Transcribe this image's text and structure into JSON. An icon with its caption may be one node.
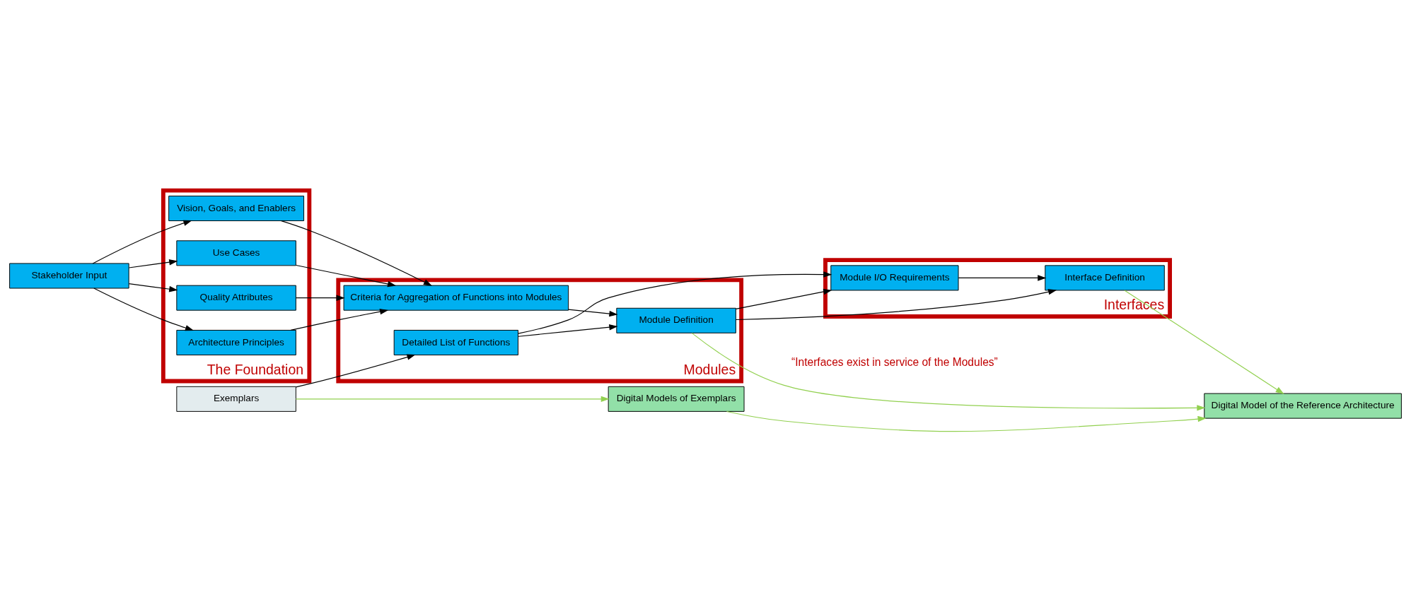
{
  "diagram": {
    "nodes": [
      {
        "text": [
          "The Foundation"
        ]
      },
      {
        "text": [
          "Stakeholder Input"
        ]
      },
      {
        "text": [
          "Vision, Goals, and Enablers"
        ],
        "in": 0
      },
      {
        "text": [
          "Use Cases"
        ],
        "in": 0
      },
      {
        "text": [
          "Quality Attributes"
        ],
        "in": 0
      },
      {
        "text": [
          "Architecture Principles"
        ],
        "in": 0
      },
      {
        "text": [
          "Modules"
        ]
      },
      {
        "text": [
          "Detailed List of Functions"
        ],
        "in": 6
      },
      {
        "text": [
          "Criteria for Aggregation of Functions into Modules"
        ],
        "in": 6
      },
      {
        "text": [
          "Module Definition"
        ],
        "in": 6
      },
      {
        "text": [
          "Interfaces"
        ]
      },
      {
        "text": [
          "Interface Definition"
        ],
        "in": 10
      },
      {
        "text": [
          "Module I/O Requirements"
        ],
        "in": 10
      },
      {
        "text": [
          "Exemplars"
        ]
      },
      {
        "text": [
          "Digital Models of Exemplars"
        ]
      },
      {
        "text": [
          "Digital Model of the Reference Architecture"
        ]
      }
    ],
    "edges": [
      {
        "from": 1,
        "to": 2,
        "arrow": "to"
      },
      {
        "from": 1,
        "to": 3,
        "arrow": "to"
      },
      {
        "from": 1,
        "to": 4,
        "arrow": "to"
      },
      {
        "from": 1,
        "to": 5,
        "arrow": "to"
      },
      {
        "from": 2,
        "to": 8,
        "arrow": "to"
      },
      {
        "from": 3,
        "to": 8,
        "arrow": "to"
      },
      {
        "from": 4,
        "to": 8,
        "arrow": "to"
      },
      {
        "from": 5,
        "to": 8,
        "arrow": "to"
      },
      {
        "from": 13,
        "to": 7,
        "arrow": "to"
      },
      {
        "from": 7,
        "to": 9,
        "arrow": "to"
      },
      {
        "from": 7,
        "to": 12,
        "arrow": "to"
      },
      {
        "from": 8,
        "to": 9,
        "arrow": "to"
      },
      {
        "from": 9,
        "to": 11,
        "arrow": "to"
      },
      {
        "from": 9,
        "to": 12,
        "arrow": "to"
      },
      {
        "from": 12,
        "to": 11,
        "arrow": "to"
      },
      {
        "from": 13,
        "to": 14,
        "arrow": "to",
        "color": "#92d050"
      },
      {
        "from": 14,
        "to": 15,
        "arrow": "to",
        "color": "#92d050"
      },
      {
        "from": 9,
        "to": 15,
        "arrow": "to",
        "color": "#92d050"
      },
      {
        "from": 11,
        "to": 15,
        "arrow": "to",
        "color": "#92d050"
      }
    ],
    "labels": [
      "“Interfaces exist in service of the Modules”"
    ]
  }
}
